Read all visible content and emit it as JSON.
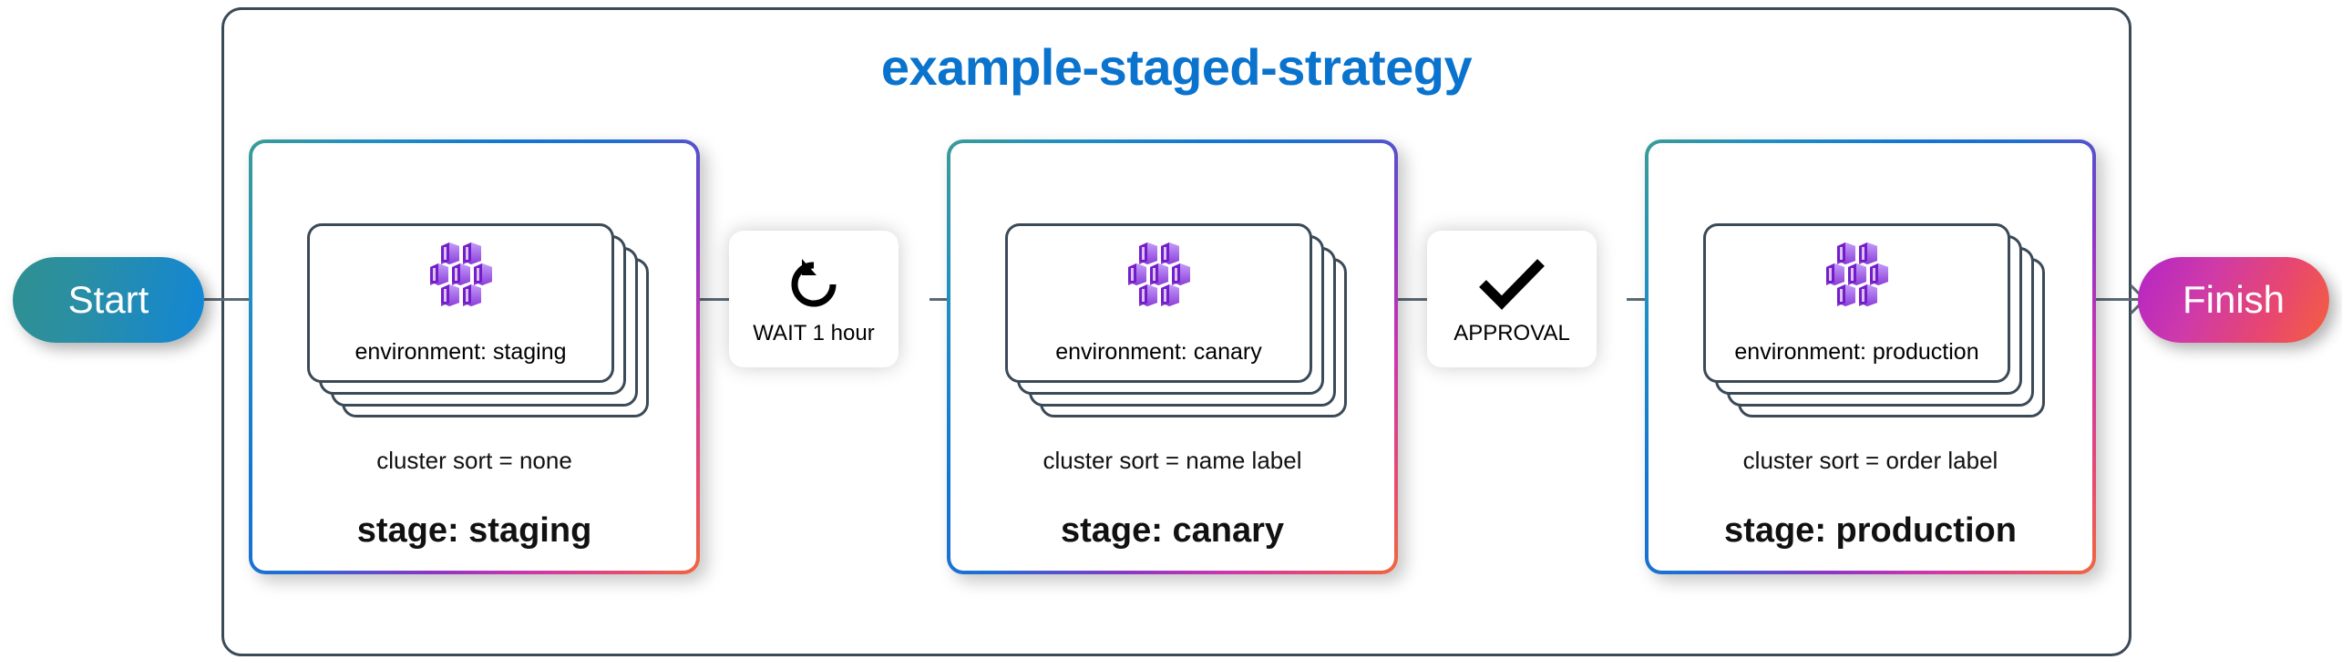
{
  "strategy": {
    "title": "example-staged-strategy"
  },
  "start": {
    "label": "Start",
    "icon": "start-pill-icon"
  },
  "finish": {
    "label": "Finish",
    "icon": "finish-pill-icon"
  },
  "stages": [
    {
      "id": "staging",
      "environment_label": "environment: staging",
      "cluster_sort_label": "cluster sort = none",
      "stage_label": "stage: staging",
      "cluster_icon": "cluster-nodes-icon",
      "card_count": 4
    },
    {
      "id": "canary",
      "environment_label": "environment: canary",
      "cluster_sort_label": "cluster sort = name label",
      "stage_label": "stage: canary",
      "cluster_icon": "cluster-nodes-icon",
      "card_count": 4
    },
    {
      "id": "production",
      "environment_label": "environment: production",
      "cluster_sort_label": "cluster sort = order label",
      "stage_label": "stage: production",
      "cluster_icon": "cluster-nodes-icon",
      "card_count": 4
    }
  ],
  "gates": [
    {
      "id": "wait",
      "label": "WAIT 1 hour",
      "icon": "rotate-ccw-icon"
    },
    {
      "id": "approval",
      "label": "APPROVAL",
      "icon": "checkmark-icon"
    }
  ],
  "colors": {
    "title_blue": "#0a73cd",
    "frame_stroke": "#3b4a57",
    "arrow_stroke": "#5a6a75",
    "cluster_purple": "#8b2fd6",
    "cluster_purple_light": "#a855f7",
    "start_gradient_from": "#2f8f90",
    "start_gradient_to": "#1286d6",
    "finish_gradient_from": "#b425c6",
    "finish_gradient_to": "#f4603f",
    "stage_border_teal": "#3b9c96",
    "stage_border_blue": "#1276d4",
    "stage_border_magenta": "#cc35ad",
    "stage_border_orange": "#f2673c"
  }
}
